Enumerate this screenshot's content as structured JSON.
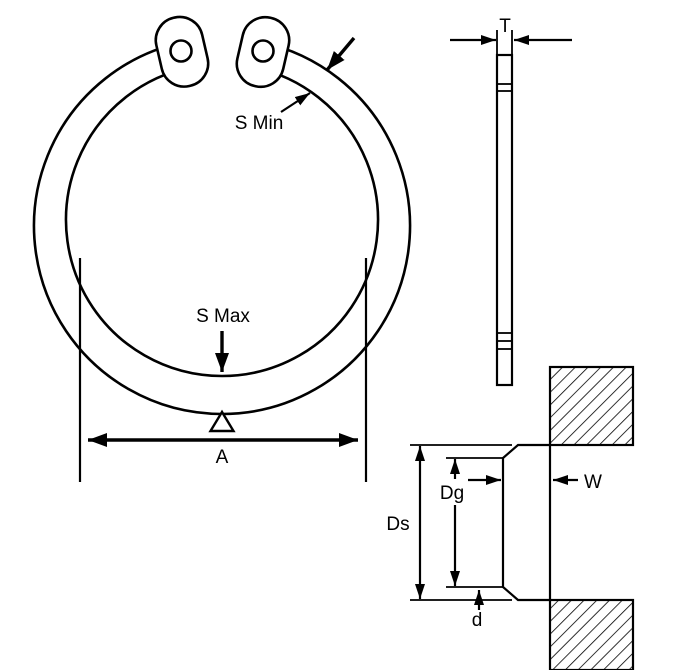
{
  "labels": {
    "t": "T",
    "s_min": "S Min",
    "s_max": "S Max",
    "a": "A",
    "dg": "Dg",
    "ds": "Ds",
    "w": "W",
    "d": "d"
  },
  "colors": {
    "line": "#000000",
    "background": "#ffffff"
  }
}
